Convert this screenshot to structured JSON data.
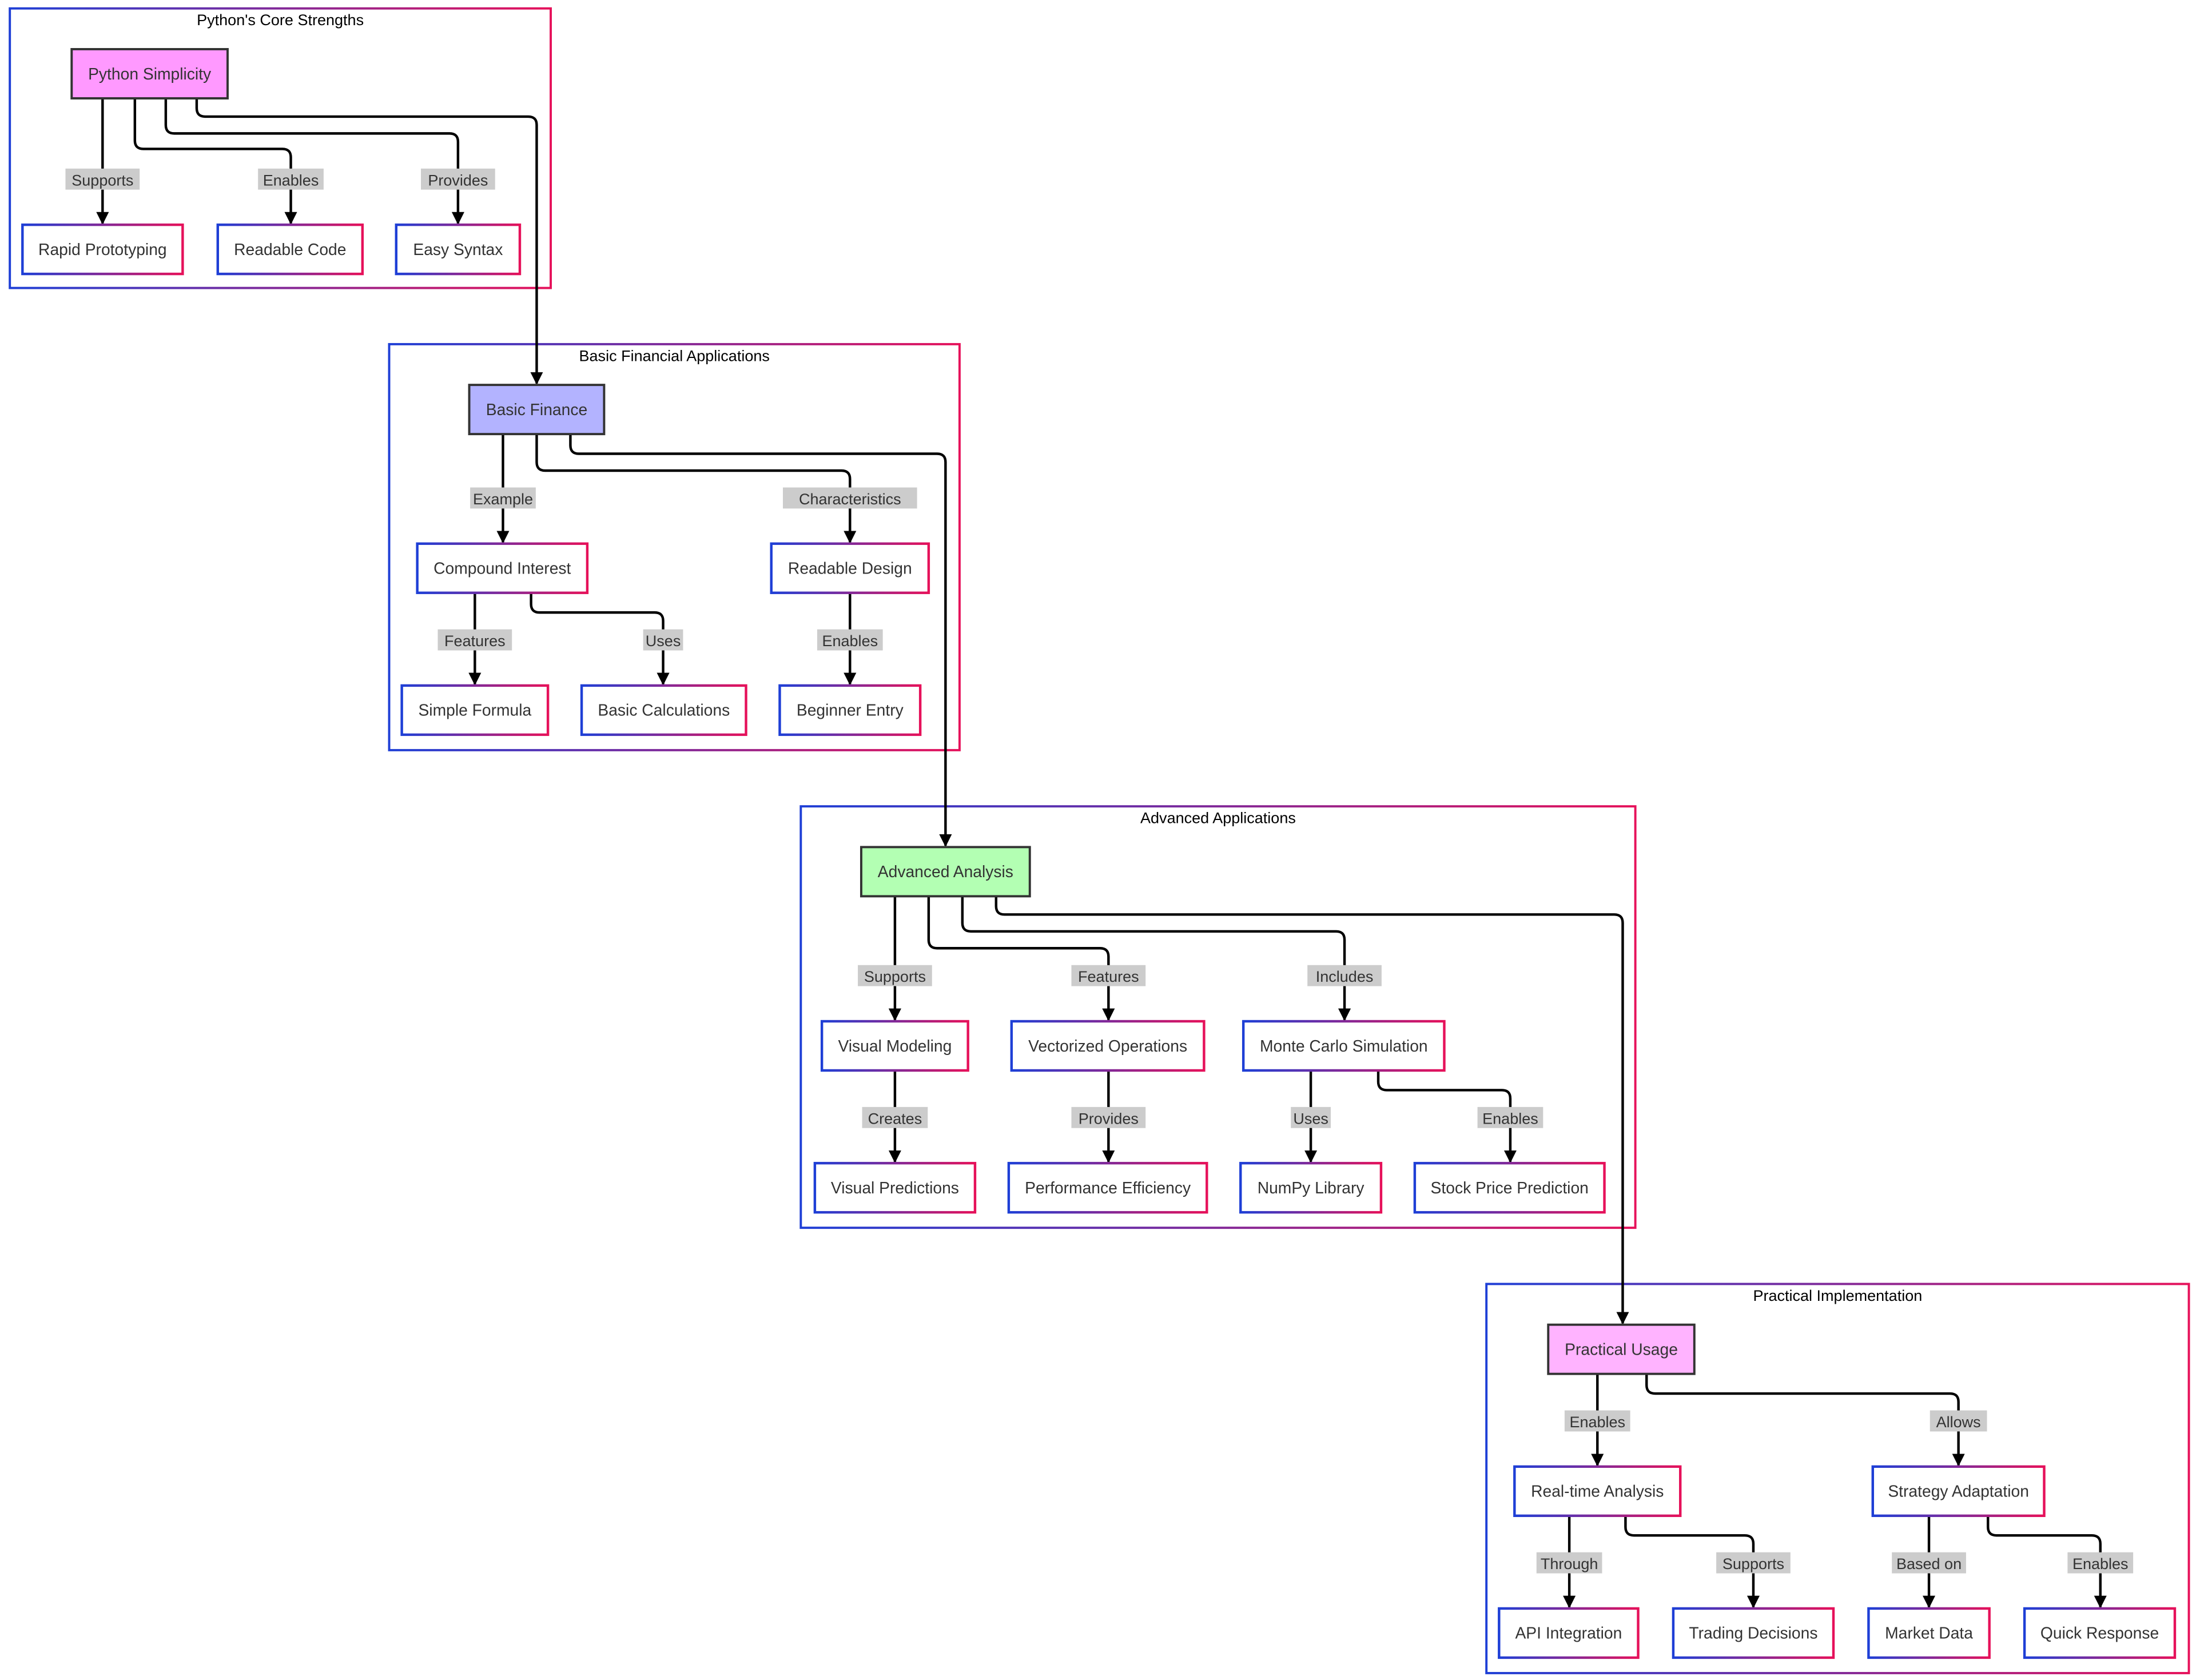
{
  "diagram": {
    "colors": {
      "group_gradient_start": "#1e3fd6",
      "group_gradient_end": "#e6115a",
      "edge": "#000000",
      "edge_label_bg": "#cccccc",
      "root_fill": "#ff99ff",
      "finance_fill": "#b3b3ff",
      "advanced_fill": "#b3ffb3",
      "practical_fill": "#ffb3ff"
    },
    "groups": [
      {
        "id": "g1",
        "title": "Python's Core Strengths"
      },
      {
        "id": "g2",
        "title": "Basic Financial Applications"
      },
      {
        "id": "g3",
        "title": "Advanced Applications"
      },
      {
        "id": "g4",
        "title": "Practical Implementation"
      }
    ],
    "nodes": [
      {
        "id": "python_simplicity",
        "label": "Python Simplicity",
        "style": "root"
      },
      {
        "id": "rapid_prototyping",
        "label": "Rapid Prototyping"
      },
      {
        "id": "readable_code",
        "label": "Readable Code"
      },
      {
        "id": "easy_syntax",
        "label": "Easy Syntax"
      },
      {
        "id": "basic_finance",
        "label": "Basic Finance",
        "style": "finance"
      },
      {
        "id": "compound_interest",
        "label": "Compound Interest"
      },
      {
        "id": "readable_design",
        "label": "Readable Design"
      },
      {
        "id": "simple_formula",
        "label": "Simple Formula"
      },
      {
        "id": "basic_calculations",
        "label": "Basic Calculations"
      },
      {
        "id": "beginner_entry",
        "label": "Beginner Entry"
      },
      {
        "id": "advanced_analysis",
        "label": "Advanced Analysis",
        "style": "advanced"
      },
      {
        "id": "visual_modeling",
        "label": "Visual Modeling"
      },
      {
        "id": "vectorized_operations",
        "label": "Vectorized Operations"
      },
      {
        "id": "monte_carlo",
        "label": "Monte Carlo Simulation"
      },
      {
        "id": "visual_predictions",
        "label": "Visual Predictions"
      },
      {
        "id": "performance_efficiency",
        "label": "Performance Efficiency"
      },
      {
        "id": "numpy_library",
        "label": "NumPy Library"
      },
      {
        "id": "stock_price_prediction",
        "label": "Stock Price Prediction"
      },
      {
        "id": "practical_usage",
        "label": "Practical Usage",
        "style": "practical"
      },
      {
        "id": "realtime_analysis",
        "label": "Real-time Analysis"
      },
      {
        "id": "strategy_adaptation",
        "label": "Strategy Adaptation"
      },
      {
        "id": "api_integration",
        "label": "API Integration"
      },
      {
        "id": "trading_decisions",
        "label": "Trading Decisions"
      },
      {
        "id": "market_data",
        "label": "Market Data"
      },
      {
        "id": "quick_response",
        "label": "Quick Response"
      }
    ],
    "edges": [
      {
        "id": "e1",
        "from": "python_simplicity",
        "to": "rapid_prototyping",
        "label": "Supports"
      },
      {
        "id": "e2",
        "from": "python_simplicity",
        "to": "readable_code",
        "label": "Enables"
      },
      {
        "id": "e3",
        "from": "python_simplicity",
        "to": "easy_syntax",
        "label": "Provides"
      },
      {
        "id": "e4",
        "from": "python_simplicity",
        "to": "basic_finance",
        "label": ""
      },
      {
        "id": "e5",
        "from": "basic_finance",
        "to": "compound_interest",
        "label": "Example"
      },
      {
        "id": "e6",
        "from": "basic_finance",
        "to": "readable_design",
        "label": "Characteristics"
      },
      {
        "id": "e7",
        "from": "basic_finance",
        "to": "advanced_analysis",
        "label": ""
      },
      {
        "id": "e8",
        "from": "compound_interest",
        "to": "simple_formula",
        "label": "Features"
      },
      {
        "id": "e9",
        "from": "compound_interest",
        "to": "basic_calculations",
        "label": "Uses"
      },
      {
        "id": "e10",
        "from": "readable_design",
        "to": "beginner_entry",
        "label": "Enables"
      },
      {
        "id": "e11",
        "from": "advanced_analysis",
        "to": "visual_modeling",
        "label": "Supports"
      },
      {
        "id": "e12",
        "from": "advanced_analysis",
        "to": "vectorized_operations",
        "label": "Features"
      },
      {
        "id": "e13",
        "from": "advanced_analysis",
        "to": "monte_carlo",
        "label": "Includes"
      },
      {
        "id": "e14",
        "from": "advanced_analysis",
        "to": "practical_usage",
        "label": ""
      },
      {
        "id": "e15",
        "from": "visual_modeling",
        "to": "visual_predictions",
        "label": "Creates"
      },
      {
        "id": "e16",
        "from": "vectorized_operations",
        "to": "performance_efficiency",
        "label": "Provides"
      },
      {
        "id": "e17",
        "from": "monte_carlo",
        "to": "numpy_library",
        "label": "Uses"
      },
      {
        "id": "e18",
        "from": "monte_carlo",
        "to": "stock_price_prediction",
        "label": "Enables"
      },
      {
        "id": "e19",
        "from": "practical_usage",
        "to": "realtime_analysis",
        "label": "Enables"
      },
      {
        "id": "e20",
        "from": "practical_usage",
        "to": "strategy_adaptation",
        "label": "Allows"
      },
      {
        "id": "e21",
        "from": "realtime_analysis",
        "to": "api_integration",
        "label": "Through"
      },
      {
        "id": "e22",
        "from": "realtime_analysis",
        "to": "trading_decisions",
        "label": "Supports"
      },
      {
        "id": "e23",
        "from": "strategy_adaptation",
        "to": "market_data",
        "label": "Based on"
      },
      {
        "id": "e24",
        "from": "strategy_adaptation",
        "to": "quick_response",
        "label": "Enables"
      }
    ]
  }
}
